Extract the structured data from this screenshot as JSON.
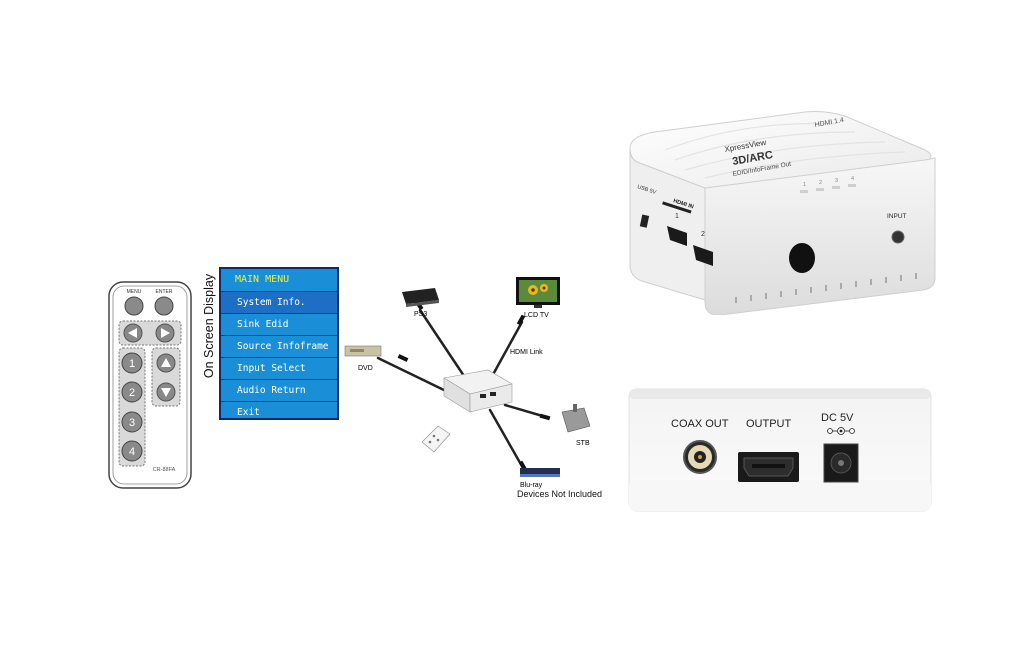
{
  "remote": {
    "menu_label": "MENU",
    "enter_label": "ENTER",
    "keys": [
      "1",
      "2",
      "3",
      "4"
    ],
    "model": "CR-88FA"
  },
  "osd": {
    "side_label": "On Screen Display",
    "title": "MAIN MENU",
    "items": [
      "System Info.",
      "Sink Edid",
      "Source Infoframe",
      "Input Select",
      "Audio Return",
      "Exit"
    ]
  },
  "diagram": {
    "ps3": "PS3",
    "lcd_tv": "LCD TV",
    "hdmi_link": "HDMI Link",
    "dvd": "DVD",
    "stb": "STB",
    "bluray": "Blu-ray",
    "not_included": "Devices Not Included"
  },
  "product_top": {
    "hdmi_version": "HDMI 1.4",
    "brand": "XpressView",
    "model": "3D/ARC",
    "subtitle": "EDID/InfoFrame Out",
    "usb": "USB 5V",
    "hdmi_in": "HDMI IN",
    "port1": "1",
    "port2": "2",
    "input": "INPUT",
    "leds": [
      "1",
      "2",
      "3",
      "4"
    ]
  },
  "rear": {
    "coax_out": "COAX OUT",
    "output": "OUTPUT",
    "dc": "DC 5V"
  },
  "colors": {
    "osd_bg": "#1a8fd8",
    "osd_title": "#f3ef3a",
    "device_white": "#f4f4f4"
  }
}
